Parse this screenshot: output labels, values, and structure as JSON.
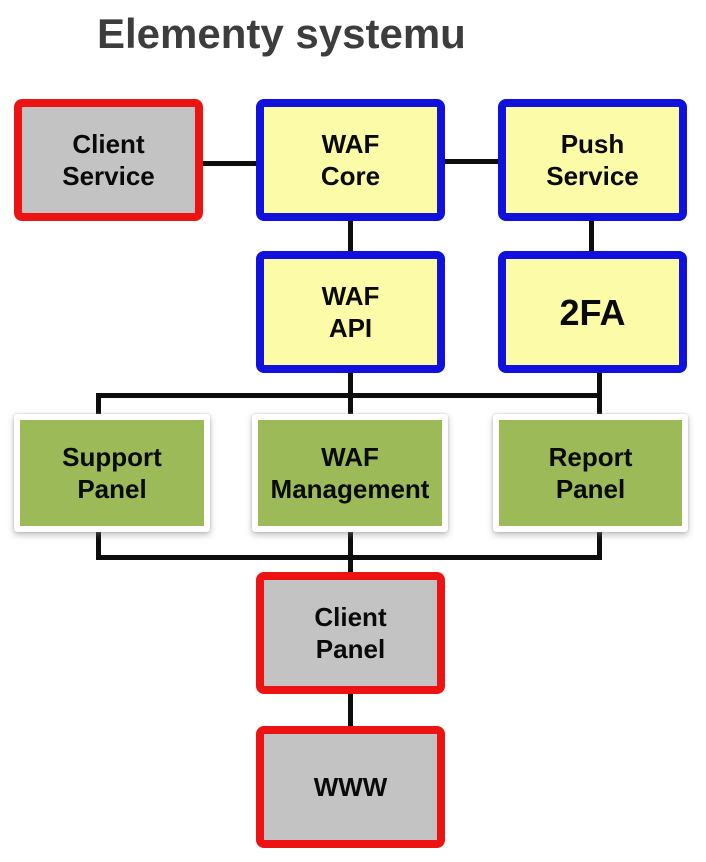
{
  "title": "Elementy systemu",
  "nodes": {
    "client_service": {
      "label": "Client\nService",
      "style": "gray-red"
    },
    "waf_core": {
      "label": "WAF\nCore",
      "style": "yellow-blue"
    },
    "push_service": {
      "label": "Push\nService",
      "style": "yellow-blue"
    },
    "waf_api": {
      "label": "WAF\nAPI",
      "style": "yellow-blue"
    },
    "two_fa": {
      "label": "2FA",
      "style": "yellow-blue"
    },
    "support_panel": {
      "label": "Support\nPanel",
      "style": "green"
    },
    "waf_management": {
      "label": "WAF\nManagement",
      "style": "green"
    },
    "report_panel": {
      "label": "Report\nPanel",
      "style": "green"
    },
    "client_panel": {
      "label": "Client\nPanel",
      "style": "gray-red"
    },
    "www": {
      "label": "WWW",
      "style": "gray-red"
    }
  },
  "edges": [
    {
      "from": "Client Service",
      "to": "WAF Core"
    },
    {
      "from": "WAF Core",
      "to": "Push Service"
    },
    {
      "from": "WAF Core",
      "to": "WAF API"
    },
    {
      "from": "Push Service",
      "to": "2FA"
    },
    {
      "from": "WAF API",
      "to": "Support Panel"
    },
    {
      "from": "WAF API",
      "to": "WAF Management"
    },
    {
      "from": "2FA",
      "to": "Report Panel"
    },
    {
      "from": "Support Panel",
      "to": "Client Panel"
    },
    {
      "from": "WAF Management",
      "to": "Client Panel"
    },
    {
      "from": "Report Panel",
      "to": "Client Panel"
    },
    {
      "from": "Client Panel",
      "to": "WWW"
    }
  ],
  "colors": {
    "background": "#ffffff",
    "title_text": "#3d3d3d",
    "node_text": "#0a0a0a",
    "red_border": "#ee1313",
    "blue_border": "#1111dd",
    "yellow_fill": "#fbfba8",
    "gray_fill": "#c3c3c3",
    "green_fill": "#9cba58",
    "green_frame": "#ffffff",
    "connector": "#0d0d0d"
  }
}
